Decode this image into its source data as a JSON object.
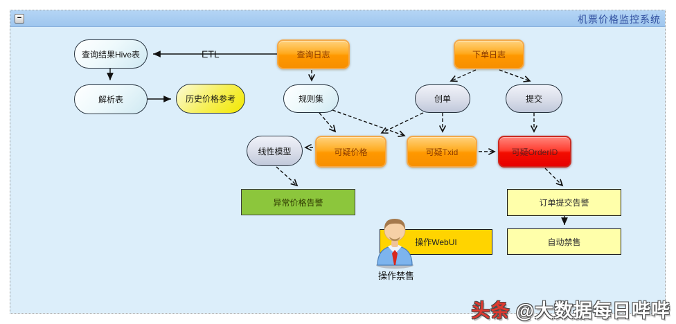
{
  "window": {
    "title": "机票价格监控系统",
    "minimize_glyph": "−"
  },
  "nodes": {
    "hive_table": {
      "label": "查询结果Hive表",
      "shape": "stadium",
      "color": "cyan"
    },
    "parse_table": {
      "label": "解析表",
      "shape": "stadium",
      "color": "cyan"
    },
    "history_price": {
      "label": "历史价格参考",
      "shape": "stadium",
      "color": "yellow"
    },
    "query_log": {
      "label": "查询日志",
      "shape": "rounded-rect",
      "color": "orange"
    },
    "rule_set": {
      "label": "规则集",
      "shape": "stadium",
      "color": "cyan"
    },
    "order_log": {
      "label": "下单日志",
      "shape": "rounded-rect",
      "color": "orange"
    },
    "create_order": {
      "label": "创单",
      "shape": "stadium",
      "color": "gray"
    },
    "submit": {
      "label": "提交",
      "shape": "stadium",
      "color": "gray"
    },
    "linear_model": {
      "label": "线性模型",
      "shape": "stadium",
      "color": "gray"
    },
    "suspect_price": {
      "label": "可疑价格",
      "shape": "rounded-rect",
      "color": "orange"
    },
    "suspect_txid": {
      "label": "可疑Txid",
      "shape": "rounded-rect",
      "color": "orange"
    },
    "suspect_orderid": {
      "label": "可疑OrderID",
      "shape": "rounded-rect",
      "color": "red"
    },
    "price_alarm": {
      "label": "异常价格告警",
      "shape": "rect",
      "color": "green"
    },
    "order_alarm": {
      "label": "订单提交告警",
      "shape": "rect",
      "color": "pale-yellow"
    },
    "auto_ban": {
      "label": "自动禁售",
      "shape": "rect",
      "color": "pale-yellow"
    },
    "web_ui": {
      "label": "操作WebUI",
      "shape": "rect",
      "color": "gold"
    }
  },
  "person": {
    "caption": "操作禁售"
  },
  "edges": {
    "etl_label": "ETL",
    "list": [
      {
        "from": "查询日志",
        "to": "查询结果Hive表",
        "style": "solid",
        "label": "ETL"
      },
      {
        "from": "查询结果Hive表",
        "to": "解析表",
        "style": "solid"
      },
      {
        "from": "解析表",
        "to": "历史价格参考",
        "style": "solid"
      },
      {
        "from": "查询日志",
        "to": "规则集",
        "style": "dashed"
      },
      {
        "from": "下单日志",
        "to": "创单",
        "style": "dashed"
      },
      {
        "from": "下单日志",
        "to": "提交",
        "style": "dashed"
      },
      {
        "from": "规则集",
        "to": "可疑价格",
        "style": "dashed"
      },
      {
        "from": "规则集",
        "to": "可疑Txid",
        "style": "dashed"
      },
      {
        "from": "创单",
        "to": "可疑价格",
        "style": "dashed"
      },
      {
        "from": "创单",
        "to": "可疑Txid",
        "style": "dashed"
      },
      {
        "from": "提交",
        "to": "可疑OrderID",
        "style": "dashed"
      },
      {
        "from": "可疑价格",
        "to": "线性模型",
        "style": "dashed"
      },
      {
        "from": "可疑Txid",
        "to": "可疑OrderID",
        "style": "dashed"
      },
      {
        "from": "线性模型",
        "to": "异常价格告警",
        "style": "dashed"
      },
      {
        "from": "可疑OrderID",
        "to": "订单提交告警",
        "style": "dashed"
      },
      {
        "from": "订单提交告警",
        "to": "自动禁售",
        "style": "solid"
      }
    ]
  },
  "watermark": {
    "brand": "头条",
    "handle": "@大数据每日哔哔"
  },
  "palette": {
    "canvas_bg": "#dceefa",
    "titlebar_bg": "#a9cdf1",
    "title_text": "#2e4d9e",
    "orange_node": "#ff9800",
    "red_node": "#ee0000",
    "green_node": "#8cc63c",
    "gold_node": "#ffd400",
    "pale_yellow_node": "#ffffaa",
    "cyan_node": "#cfe9f2",
    "gray_node": "#c0c8da",
    "yellow_node": "#f2e800",
    "watermark_red": "#e0392f"
  }
}
